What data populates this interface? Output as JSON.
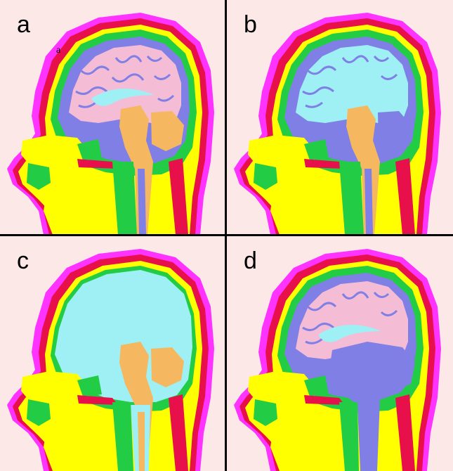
{
  "panels": [
    {
      "id": "a",
      "label": "a",
      "sublabel": "a",
      "variant": "normal"
    },
    {
      "id": "b",
      "label": "b",
      "variant": "cyan-cortex"
    },
    {
      "id": "c",
      "label": "c",
      "variant": "csf-filled"
    },
    {
      "id": "d",
      "label": "d",
      "variant": "blue-stem"
    }
  ],
  "colors": {
    "background": "#fde8e8",
    "skin": "#ff33ff",
    "scalp_red": "#e8104a",
    "fat_yellow": "#ffff00",
    "muscle_green": "#22cc44",
    "csf_blue": "#7f7fe6",
    "gray_matter_pink": "#f5bcd6",
    "white_matter_cyan": "#9ff0f5",
    "cerebellum_orange": "#f5b860",
    "divider": "#000000"
  }
}
